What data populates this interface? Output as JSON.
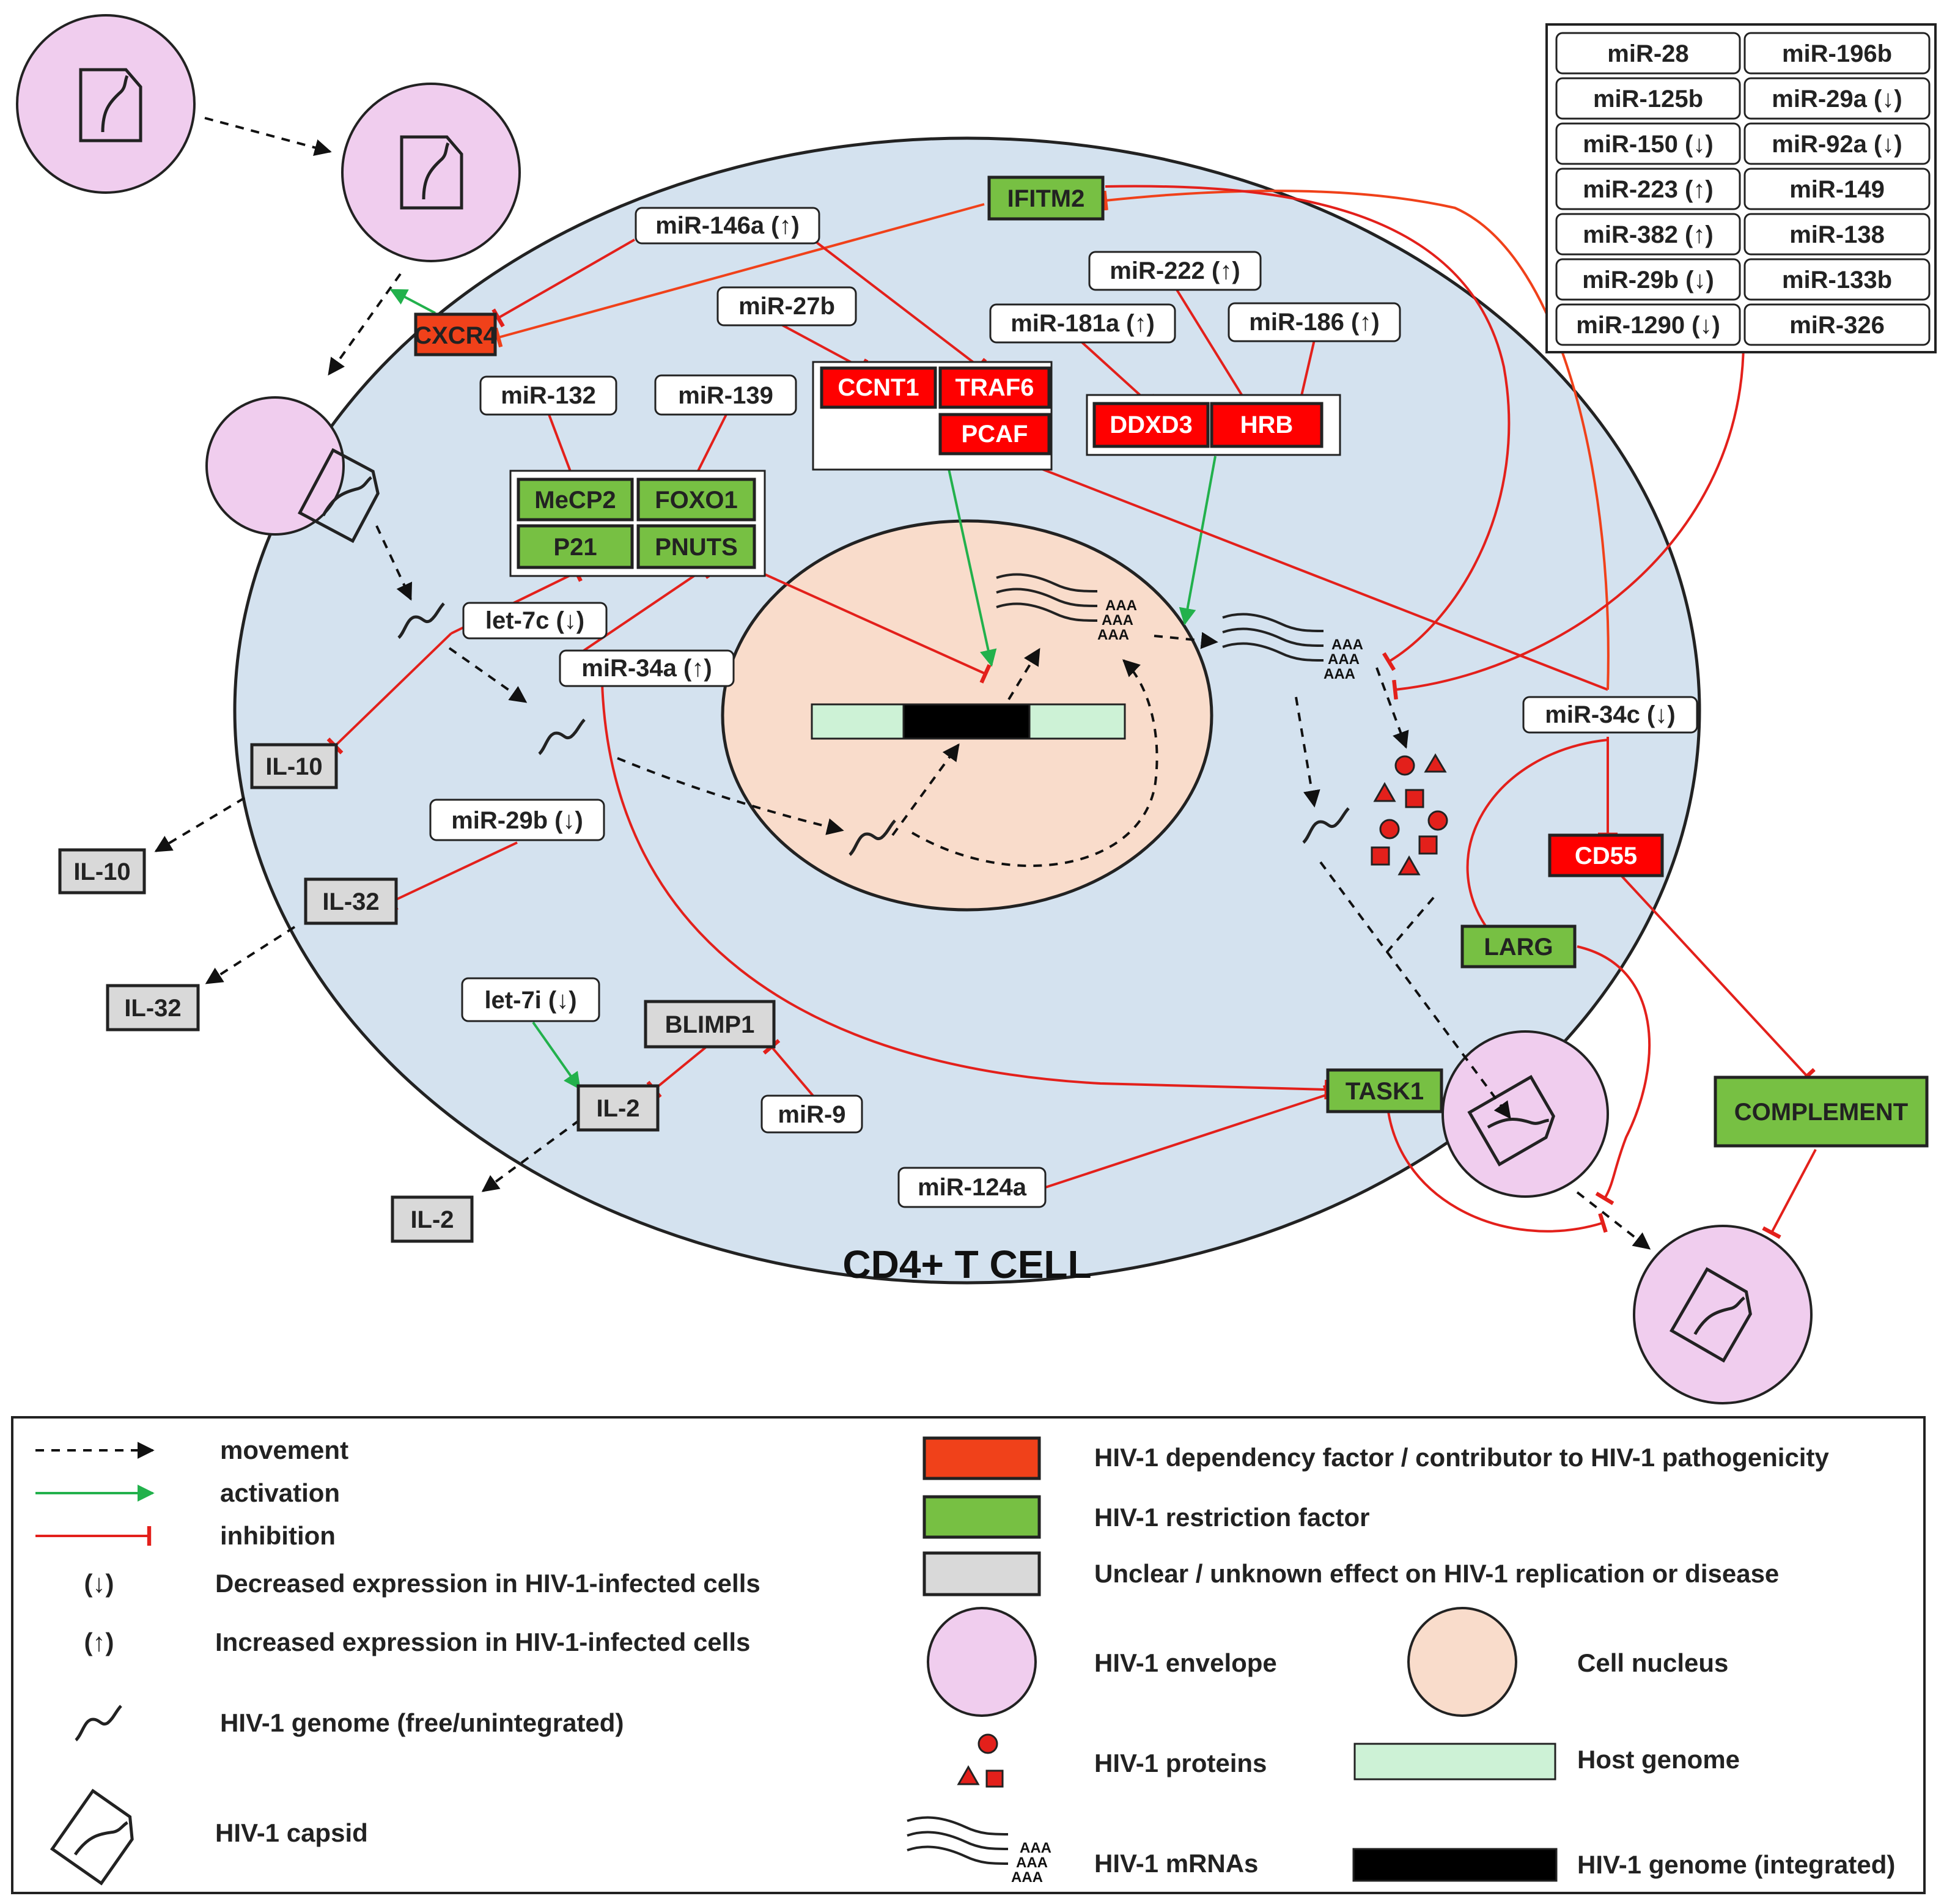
{
  "colors": {
    "dependency": "#ff0000",
    "dependency_orange": "#f0411a",
    "restriction": "#77c043",
    "unclear": "#d9d9d9",
    "envelope": "#f0cdee",
    "nucleus": "#f9dccb",
    "cell": "#d4e2ef",
    "host_genome": "#cdf2d6",
    "activation": "#22b14c",
    "inhibition": "#e3201b",
    "movement": "#111111"
  },
  "cell_label": "CD4+ T CELL",
  "mirna_table": [
    [
      "miR-28",
      "miR-196b"
    ],
    [
      "miR-125b",
      "miR-29a (↓)"
    ],
    [
      "miR-150 (↓)",
      "miR-92a (↓)"
    ],
    [
      "miR-223 (↑)",
      "miR-149"
    ],
    [
      "miR-382 (↑)",
      "miR-138"
    ],
    [
      "miR-29b (↓)",
      "miR-133b"
    ],
    [
      "miR-1290 (↓)",
      "miR-326"
    ]
  ],
  "mirnas": {
    "mir146a": "miR-146a (↑)",
    "mir27b": "miR-27b",
    "mir132": "miR-132",
    "mir139": "miR-139",
    "mir222": "miR-222 (↑)",
    "mir181a": "miR-181a (↑)",
    "mir186": "miR-186 (↑)",
    "let7c": "let-7c (↓)",
    "mir34a": "miR-34a (↑)",
    "mir34c": "miR-34c (↓)",
    "mir29b": "miR-29b (↓)",
    "let7i": "let-7i (↓)",
    "mir9": "miR-9",
    "mir124a": "miR-124a"
  },
  "factors": {
    "cxcr4": "CXCR4",
    "ifitm2": "IFITM2",
    "ccnt1": "CCNT1",
    "traf6": "TRAF6",
    "pcaf": "PCAF",
    "ddxd3": "DDXD3",
    "hrb": "HRB",
    "mecp2": "MeCP2",
    "foxo1": "FOXO1",
    "p21": "P21",
    "pnuts": "PNUTS",
    "cd55": "CD55",
    "larg": "LARG",
    "task1": "TASK1",
    "complement": "COMPLEMENT",
    "blimp1": "BLIMP1",
    "il10_in": "IL-10",
    "il10_out": "IL-10",
    "il32_in": "IL-32",
    "il32_out": "IL-32",
    "il2_in": "IL-2",
    "il2_out": "IL-2"
  },
  "aaa_label": "AAA",
  "legend": {
    "movement": "movement",
    "activation": "activation",
    "inhibition": "inhibition",
    "down_symbol": "(↓)",
    "down_text": "Decreased expression in HIV-1-infected cells",
    "up_symbol": "(↑)",
    "up_text": "Increased expression in HIV-1-infected cells",
    "genome_free": "HIV-1 genome (free/unintegrated)",
    "capsid": "HIV-1 capsid",
    "dependency": "HIV-1 dependency factor / contributor to HIV-1 pathogenicity",
    "restriction": "HIV-1 restriction factor",
    "unclear": "Unclear / unknown effect on HIV-1 replication or disease",
    "envelope": "HIV-1 envelope",
    "nucleus": "Cell nucleus",
    "proteins": "HIV-1 proteins",
    "host_genome": "Host genome",
    "mrnas": "HIV-1 mRNAs",
    "genome_integrated": "HIV-1 genome (integrated)"
  }
}
